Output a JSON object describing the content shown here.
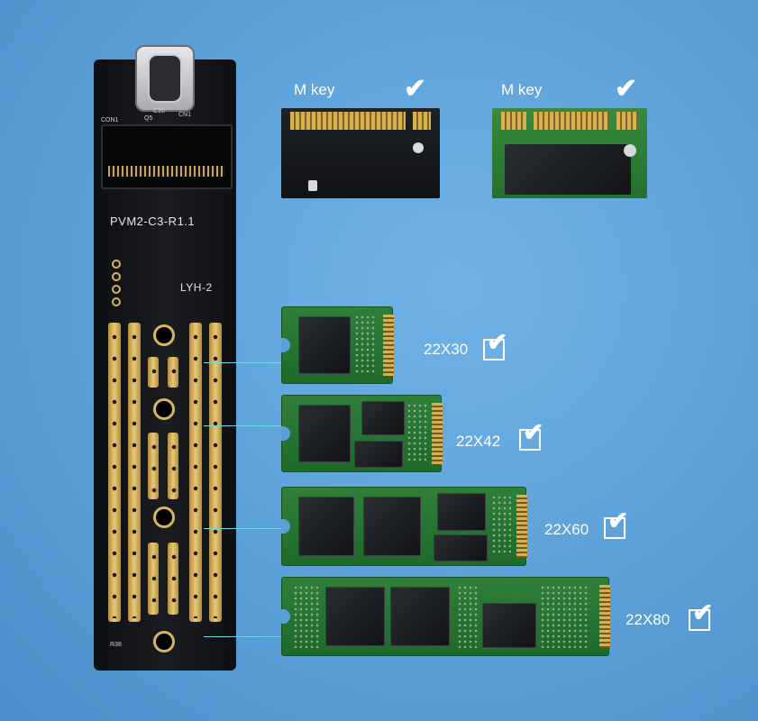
{
  "board": {
    "model_text": "PVM2-C3-R1.1",
    "sub_text": "LYH-2",
    "silk_labels": [
      "CON1",
      "CN1",
      "Q5",
      "C10",
      "R38"
    ]
  },
  "key_samples": [
    {
      "label": "M key",
      "check": "✔"
    },
    {
      "label": "M key",
      "check": "✔"
    }
  ],
  "ssd_sizes": [
    {
      "label": "22X30",
      "check": "✔"
    },
    {
      "label": "22X42",
      "check": "✔"
    },
    {
      "label": "22X60",
      "check": "✔"
    },
    {
      "label": "22X80",
      "check": "✔"
    }
  ],
  "colors": {
    "background": "#5aa0d8",
    "board": "#121418",
    "gold": "#d8b04e",
    "pcb_green": "#2f7f3a",
    "leader_line": "#6fd6e6",
    "text": "#ffffff"
  }
}
